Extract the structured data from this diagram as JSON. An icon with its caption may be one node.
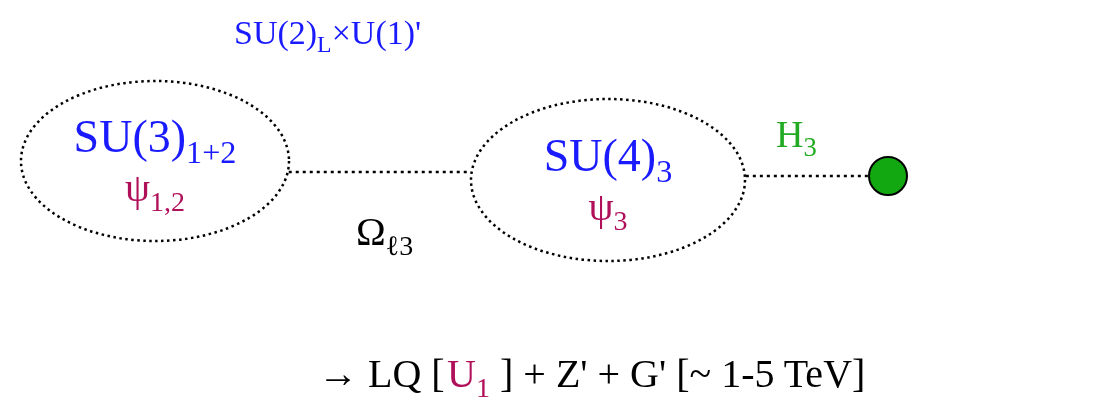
{
  "diagram": {
    "nodes": [
      {
        "text": [
          "SU(3)$_{1+2}$",
          "ψ$_{1,2}$"
        ]
      },
      {
        "text": [
          "SU(4)$_{3}$",
          "ψ$_{3}$"
        ]
      },
      {
        "text": [],
        "shape": "circle"
      }
    ],
    "edges": [
      {
        "from": 0,
        "to": 1,
        "arrow": "none",
        "style": "dashed",
        "label": "Ω$_{ℓ3}$"
      },
      {
        "from": 1,
        "to": 2,
        "arrow": "none",
        "style": "dashed",
        "label": "H$_{3}$"
      }
    ],
    "labels": [
      "SU(2)$_{L}$×U(1)'",
      "→ LQ [",
      "U$_{1}$",
      "] + Z' + G' [~ 1-5 TeV]"
    ]
  }
}
